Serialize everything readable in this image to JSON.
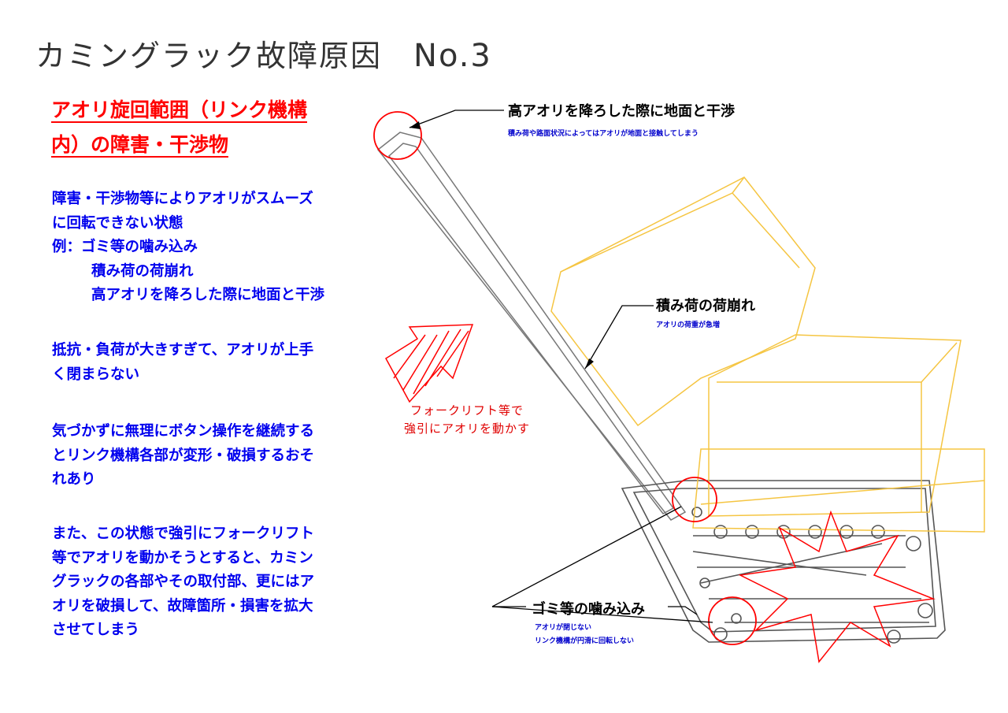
{
  "title": {
    "main": "カミングラック故障原因",
    "number": "No.3"
  },
  "heading": {
    "line1": "アオリ旋回範囲（リンク機構",
    "line2": "内）の障害・干渉物"
  },
  "body": {
    "p1_line1": "障害・干渉物等によりアオリがスムーズ",
    "p1_line2": "に回転できない状態",
    "p1_line3": "例：ゴミ等の噛み込み",
    "p1_line4": "積み荷の荷崩れ",
    "p1_line5": "高アオリを降ろした際に地面と干渉",
    "p2_line1": "抵抗・負荷が大きすぎて、アオリが上手",
    "p2_line2": "く閉まらない",
    "p3_line1": "気づかずに無理にボタン操作を継続する",
    "p3_line2": "とリンク機構各部が変形・破損するおそ",
    "p3_line3": "れあり",
    "p4_line1": "また、この状態で強引にフォークリフト",
    "p4_line2": "等でアオリを動かそうとすると、カミン",
    "p4_line3": "グラックの各部やその取付部、更にはア",
    "p4_line4": "オリを破損して、故障箇所・損害を拡大",
    "p4_line5": "させてしまう"
  },
  "callouts": {
    "ground": {
      "label": "高アオリを降ろした際に地面と干渉",
      "sub": "積み荷や路面状況によってはアオリが地面と接触してしまう"
    },
    "cargo": {
      "label": "積み荷の荷崩れ",
      "sub": "アオリの荷重が急増"
    },
    "debris": {
      "label": "ゴミ等の噛み込み",
      "sub1": "アオリが閉じない",
      "sub2": "リンク機構が円滑に回転しない"
    },
    "forklift": {
      "line1": "フォークリフト等で",
      "line2": "強引にアオリを動かす"
    }
  },
  "colors": {
    "red": "#ff0000",
    "blue": "#0000ee",
    "cargo": "#f5c542",
    "line": "#555555"
  }
}
